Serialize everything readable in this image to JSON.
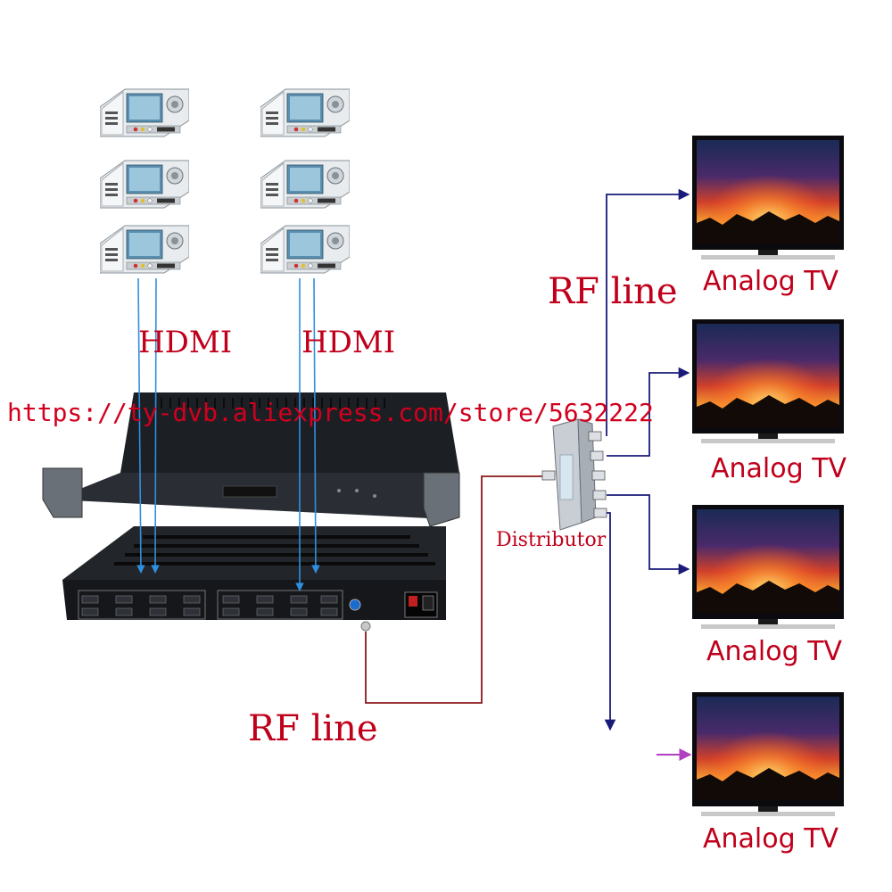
{
  "labels": {
    "hdmi_left": "HDMI",
    "hdmi_right": "HDMI",
    "rf_line_top": "RF line",
    "rf_line_bottom": "RF line",
    "distributor": "Distributor",
    "watermark": "https://ty-dvb.aliexpress.com/store/5632222"
  },
  "tvs": [
    {
      "label": "Analog TV"
    },
    {
      "label": "Analog TV"
    },
    {
      "label": "Analog TV"
    },
    {
      "label": "Analog TV"
    }
  ],
  "receivers": [
    {
      "name": "receiver"
    },
    {
      "name": "receiver"
    },
    {
      "name": "receiver"
    },
    {
      "name": "receiver"
    },
    {
      "name": "receiver"
    },
    {
      "name": "receiver"
    }
  ],
  "colors": {
    "hdmi_line": "#2f8fe0",
    "rf_line_red": "#8b1a1a",
    "rf_line_blue": "#1a1a7a",
    "label_red": "#c0001b",
    "pointer_purple": "#b040c0"
  }
}
